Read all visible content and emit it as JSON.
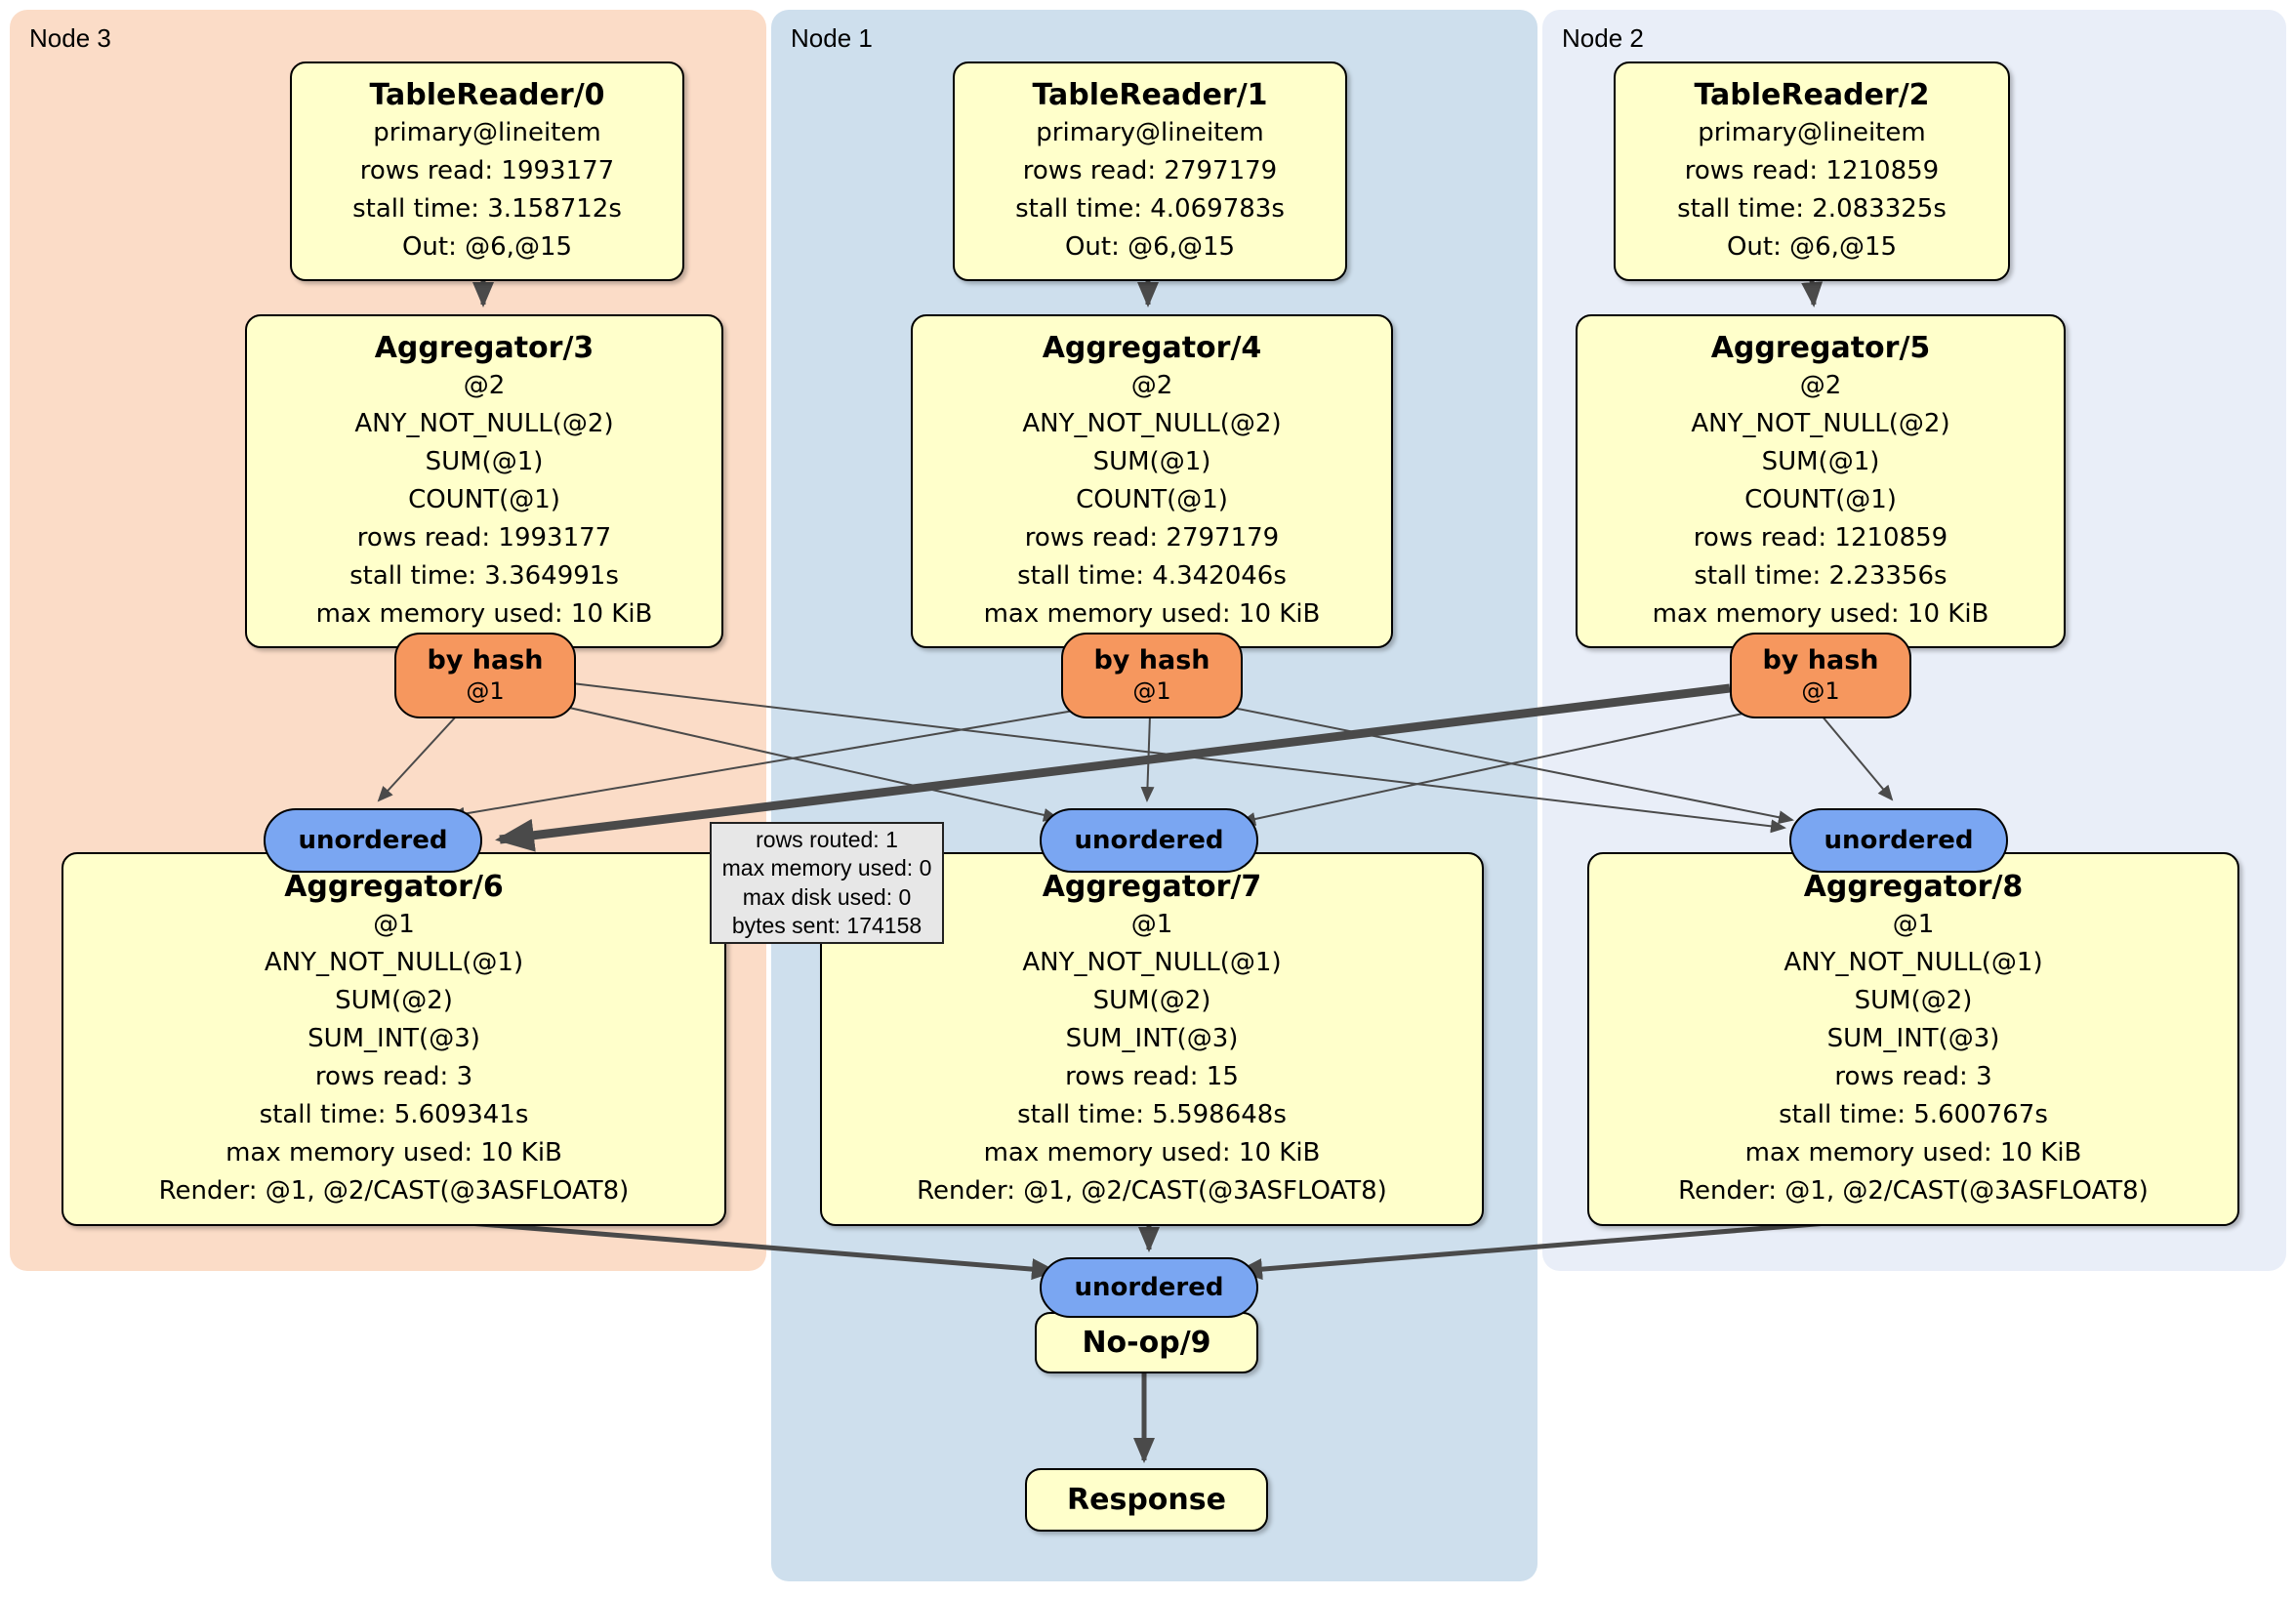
{
  "regions": {
    "node3": {
      "label": "Node 3"
    },
    "node1": {
      "label": "Node 1"
    },
    "node2": {
      "label": "Node 2"
    }
  },
  "processors": {
    "tr0": {
      "title": "TableReader/0",
      "lines": [
        "primary@lineitem",
        "rows read: 1993177",
        "stall time: 3.158712s",
        "Out: @6,@15"
      ]
    },
    "tr1": {
      "title": "TableReader/1",
      "lines": [
        "primary@lineitem",
        "rows read: 2797179",
        "stall time: 4.069783s",
        "Out: @6,@15"
      ]
    },
    "tr2": {
      "title": "TableReader/2",
      "lines": [
        "primary@lineitem",
        "rows read: 1210859",
        "stall time: 2.083325s",
        "Out: @6,@15"
      ]
    },
    "agg3": {
      "title": "Aggregator/3",
      "lines": [
        "@2",
        "ANY_NOT_NULL(@2)",
        "SUM(@1)",
        "COUNT(@1)",
        "rows read: 1993177",
        "stall time: 3.364991s",
        "max memory used: 10 KiB"
      ]
    },
    "agg4": {
      "title": "Aggregator/4",
      "lines": [
        "@2",
        "ANY_NOT_NULL(@2)",
        "SUM(@1)",
        "COUNT(@1)",
        "rows read: 2797179",
        "stall time: 4.342046s",
        "max memory used: 10 KiB"
      ]
    },
    "agg5": {
      "title": "Aggregator/5",
      "lines": [
        "@2",
        "ANY_NOT_NULL(@2)",
        "SUM(@1)",
        "COUNT(@1)",
        "rows read: 1210859",
        "stall time: 2.23356s",
        "max memory used: 10 KiB"
      ]
    },
    "agg6": {
      "title": "Aggregator/6",
      "lines": [
        "@1",
        "ANY_NOT_NULL(@1)",
        "SUM(@2)",
        "SUM_INT(@3)",
        "rows read: 3",
        "stall time: 5.609341s",
        "max memory used: 10 KiB",
        "Render: @1, @2/CAST(@3ASFLOAT8)"
      ]
    },
    "agg7": {
      "title": "Aggregator/7",
      "lines": [
        "@1",
        "ANY_NOT_NULL(@1)",
        "SUM(@2)",
        "SUM_INT(@3)",
        "rows read: 15",
        "stall time: 5.598648s",
        "max memory used: 10 KiB",
        "Render: @1, @2/CAST(@3ASFLOAT8)"
      ]
    },
    "agg8": {
      "title": "Aggregator/8",
      "lines": [
        "@1",
        "ANY_NOT_NULL(@1)",
        "SUM(@2)",
        "SUM_INT(@3)",
        "rows read: 3",
        "stall time: 5.600767s",
        "max memory used: 10 KiB",
        "Render: @1, @2/CAST(@3ASFLOAT8)"
      ]
    },
    "noop": {
      "title": "No-op/9"
    },
    "response": {
      "title": "Response"
    }
  },
  "routers": [
    {
      "label": "by hash",
      "sub": "@1"
    },
    {
      "label": "by hash",
      "sub": "@1"
    },
    {
      "label": "by hash",
      "sub": "@1"
    }
  ],
  "syncs": [
    {
      "label": "unordered"
    },
    {
      "label": "unordered"
    },
    {
      "label": "unordered"
    },
    {
      "label": "unordered"
    }
  ],
  "tooltip": {
    "lines": [
      "rows routed: 1",
      "max memory used: 0",
      "max disk used: 0",
      "bytes sent: 174158"
    ]
  },
  "colors": {
    "node3_bg": "#fbdcc7",
    "node1_bg": "#cedfed",
    "node2_bg": "#e9eef8",
    "processor_fill": "#ffffcb",
    "router_fill": "#f6975e",
    "sync_fill": "#7aa6f2",
    "edge": "#4a4a4a",
    "tooltip_bg": "#e7e7e7"
  }
}
